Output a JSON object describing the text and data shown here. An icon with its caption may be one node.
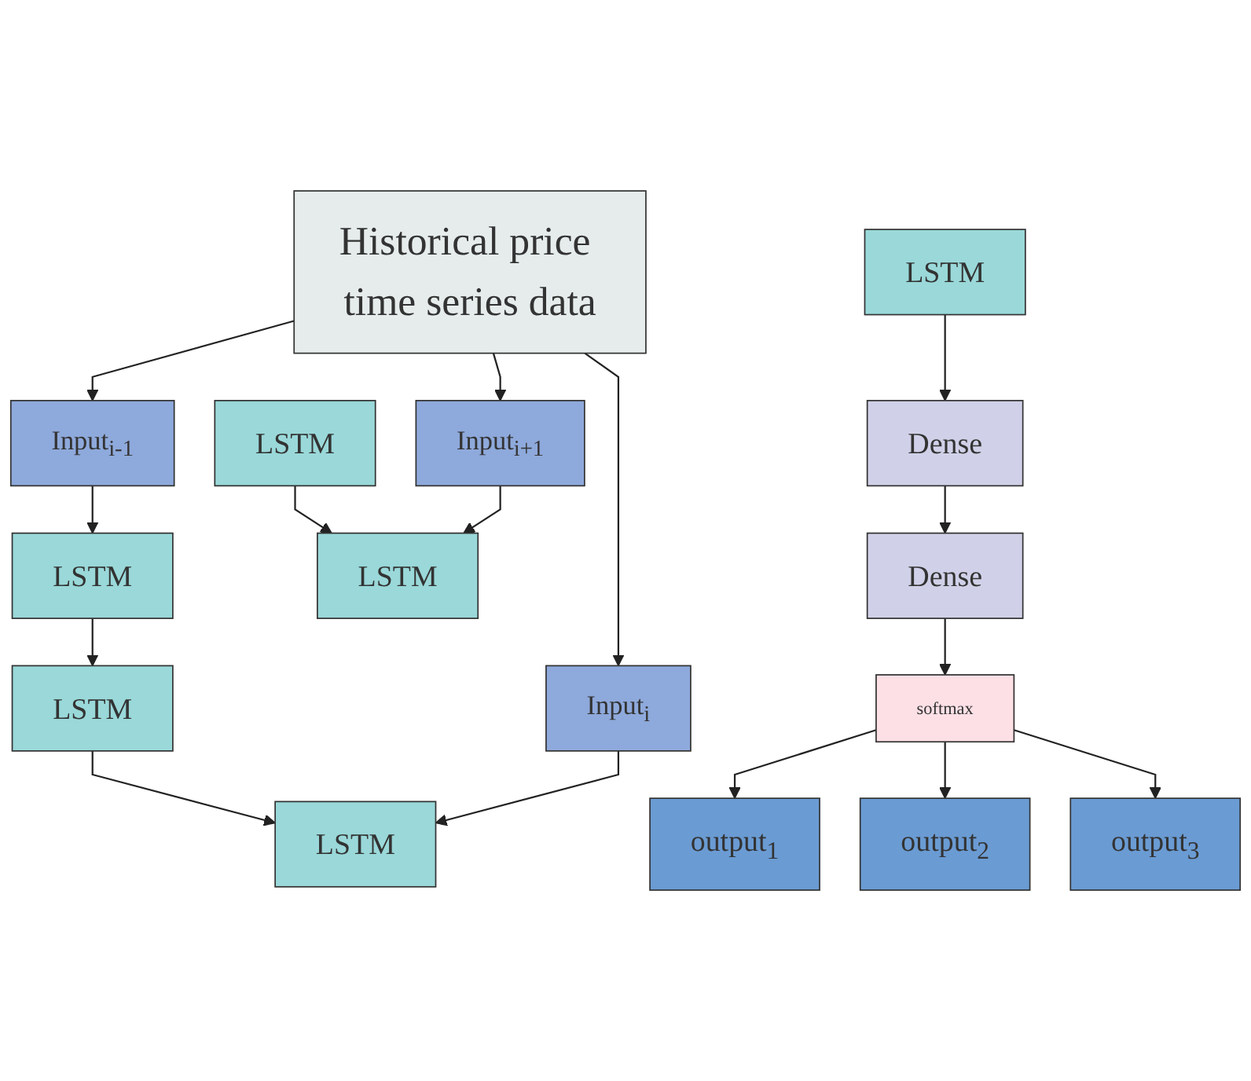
{
  "diagram": {
    "nodes": [
      {
        "text": [
          "Historical price time series data"
        ]
      },
      {
        "text": [
          "Input$_{i-1}$"
        ]
      },
      {
        "text": [
          "Input$_{i}$"
        ]
      },
      {
        "text": [
          "Input$_{i+1}$"
        ]
      },
      {
        "text": [
          "LSTM"
        ]
      },
      {
        "text": [
          "LSTM"
        ]
      },
      {
        "text": [
          "LSTM"
        ]
      },
      {
        "text": [
          "LSTM"
        ]
      },
      {
        "text": [
          "LSTM"
        ]
      },
      {
        "text": [
          "LSTM"
        ]
      },
      {
        "text": [
          "Dense"
        ]
      },
      {
        "text": [
          "Dense"
        ]
      },
      {
        "text": [
          "softmax"
        ]
      },
      {
        "text": [
          "output$_{1}$"
        ]
      },
      {
        "text": [
          "output$_{2}$"
        ]
      },
      {
        "text": [
          "output$_{3}$"
        ]
      }
    ],
    "edges": [
      {
        "from": 0,
        "to": 1,
        "arrow": "to"
      },
      {
        "from": 0,
        "to": 2,
        "arrow": "to"
      },
      {
        "from": 0,
        "to": 3,
        "arrow": "to"
      },
      {
        "from": 1,
        "to": 4,
        "arrow": "to"
      },
      {
        "from": 4,
        "to": 7,
        "arrow": "to"
      },
      {
        "from": 7,
        "to": 5,
        "arrow": "to"
      },
      {
        "from": 2,
        "to": 5,
        "arrow": "to"
      },
      {
        "from": 8,
        "to": 6,
        "arrow": "to"
      },
      {
        "from": 3,
        "to": 6,
        "arrow": "to"
      },
      {
        "from": 9,
        "to": 10,
        "arrow": "to"
      },
      {
        "from": 10,
        "to": 11,
        "arrow": "to"
      },
      {
        "from": 11,
        "to": 12,
        "arrow": "to"
      },
      {
        "from": 12,
        "to": 13,
        "arrow": "to"
      },
      {
        "from": 12,
        "to": 14,
        "arrow": "to"
      },
      {
        "from": 12,
        "to": 15,
        "arrow": "to"
      }
    ]
  }
}
